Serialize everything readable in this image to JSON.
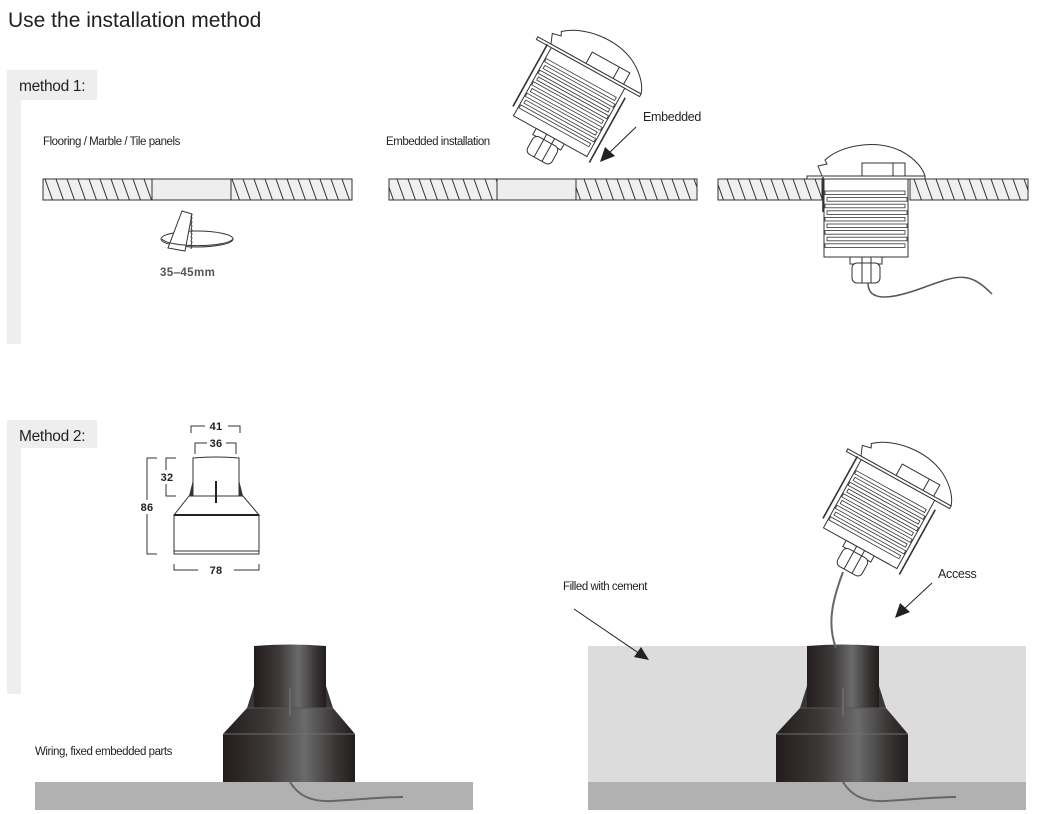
{
  "title": "Use the installation method",
  "method1": {
    "label": "method 1:",
    "step1_caption": "Flooring / Marble / Tile panels",
    "hole_size": "35‒45mm",
    "step2_caption": "Embedded installation",
    "arrow_label": "Embedded"
  },
  "method2": {
    "label": "Method 2:",
    "dimensions": {
      "top_width": "41",
      "inner_width": "36",
      "cylinder_height": "32",
      "total_height": "86",
      "base_width": "78"
    },
    "step1_caption": "Wiring, fixed embedded parts",
    "cement_label": "Filled with cement",
    "arrow_label": "Access"
  }
}
